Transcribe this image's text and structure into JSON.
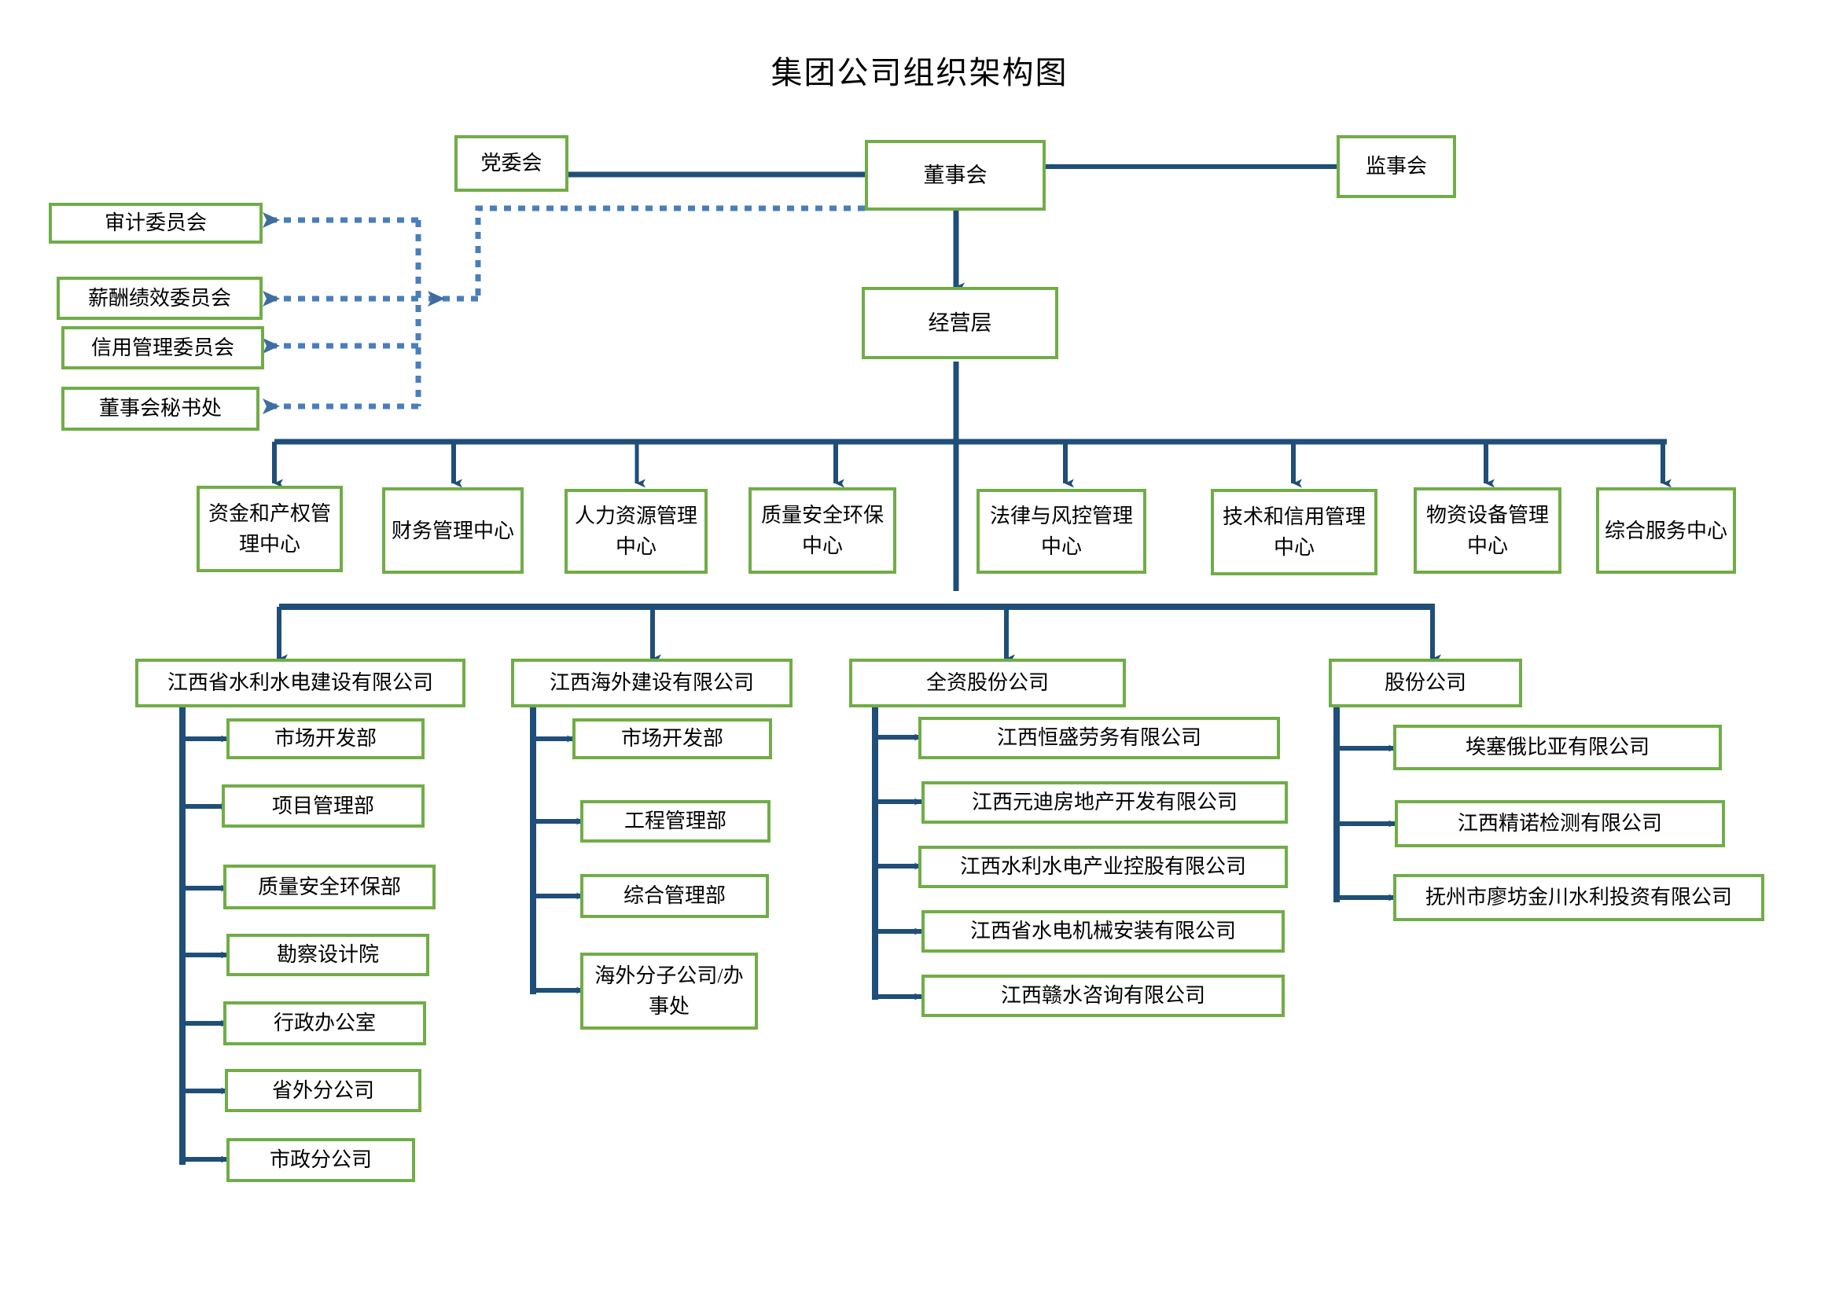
{
  "title": "集团公司组织架构图",
  "colors": {
    "box_border": "#70ad47",
    "connector": "#1f4e79",
    "dotted_connector": "#4a7ebb",
    "text": "#000000",
    "background": "#ffffff"
  },
  "chart_type": "organization-chart",
  "top": {
    "party_committee": "党委会",
    "board_of_directors": "董事会",
    "supervisory_board": "监事会",
    "management_layer": "经营层"
  },
  "board_committees": [
    {
      "label": "审计委员会"
    },
    {
      "label": "薪酬绩效委员会"
    },
    {
      "label": "信用管理委员会"
    },
    {
      "label": "董事会秘书处"
    }
  ],
  "management_centers": [
    {
      "label": "资金和产权管理中心"
    },
    {
      "label": "财务管理中心"
    },
    {
      "label": "人力资源管理中心"
    },
    {
      "label": "质量安全环保中心"
    },
    {
      "label": "法律与风控管理中心"
    },
    {
      "label": "技术和信用管理中心"
    },
    {
      "label": "物资设备管理中心"
    },
    {
      "label": "综合服务中心"
    }
  ],
  "subsidiaries": [
    {
      "name": "江西省水利水电建设有限公司",
      "children": [
        {
          "label": "市场开发部"
        },
        {
          "label": "项目管理部"
        },
        {
          "label": "质量安全环保部"
        },
        {
          "label": "勘察设计院"
        },
        {
          "label": "行政办公室"
        },
        {
          "label": "省外分公司"
        },
        {
          "label": "市政分公司"
        }
      ]
    },
    {
      "name": "江西海外建设有限公司",
      "children": [
        {
          "label": "市场开发部"
        },
        {
          "label": "工程管理部"
        },
        {
          "label": "综合管理部"
        },
        {
          "label": "海外分子公司/办事处"
        }
      ]
    },
    {
      "name": "全资股份公司",
      "children": [
        {
          "label": "江西恒盛劳务有限公司"
        },
        {
          "label": "江西元迪房地产开发有限公司"
        },
        {
          "label": "江西水利水电产业控股有限公司"
        },
        {
          "label": "江西省水电机械安装有限公司"
        },
        {
          "label": "江西赣水咨询有限公司"
        }
      ]
    },
    {
      "name": "股份公司",
      "children": [
        {
          "label": "埃塞俄比亚有限公司"
        },
        {
          "label": "江西精诺检测有限公司"
        },
        {
          "label": "抚州市廖坊金川水利投资有限公司"
        }
      ]
    }
  ]
}
